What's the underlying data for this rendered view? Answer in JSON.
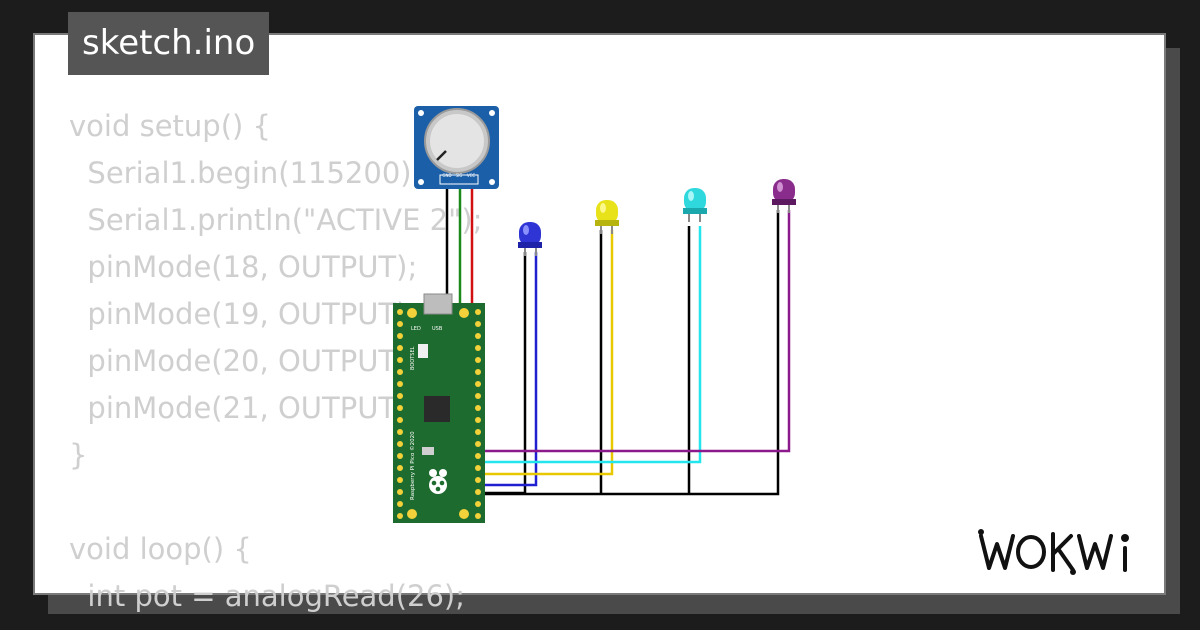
{
  "window": {
    "title": "sketch.ino"
  },
  "code": {
    "lines": [
      "void setup() {",
      "  Serial1.begin(115200);",
      "  Serial1.println(\"ACTIVE 2\");",
      "  pinMode(18, OUTPUT);",
      "  pinMode(19, OUTPUT);",
      "  pinMode(20, OUTPUT);",
      "  pinMode(21, OUTPUT);",
      "}",
      "",
      "void loop() {",
      "  int pot = analogRead(26);"
    ]
  },
  "brand": {
    "logo_text": "WOKWi"
  },
  "diagram": {
    "potentiometer": {
      "pin_labels": [
        "GND",
        "SIG",
        "VCC"
      ]
    },
    "pico": {
      "silk_labels": [
        "LED",
        "USB",
        "BOOTSEL",
        "Raspberry Pi Pico ©2020"
      ]
    },
    "leds": [
      {
        "color": "blue",
        "hex": "#2f35d4"
      },
      {
        "color": "yellow",
        "hex": "#e7e21a"
      },
      {
        "color": "cyan",
        "hex": "#2fd8dc"
      },
      {
        "color": "purple",
        "hex": "#8a2c8c"
      }
    ],
    "wire_colors": {
      "gnd": "#000000",
      "sig": "#1b8a1b",
      "vcc": "#d01010",
      "blue": "#2020d0",
      "yellow": "#e8c800",
      "cyan": "#22e6ee",
      "purple": "#8c1a8c"
    },
    "board_color": "#1e6b2f"
  }
}
